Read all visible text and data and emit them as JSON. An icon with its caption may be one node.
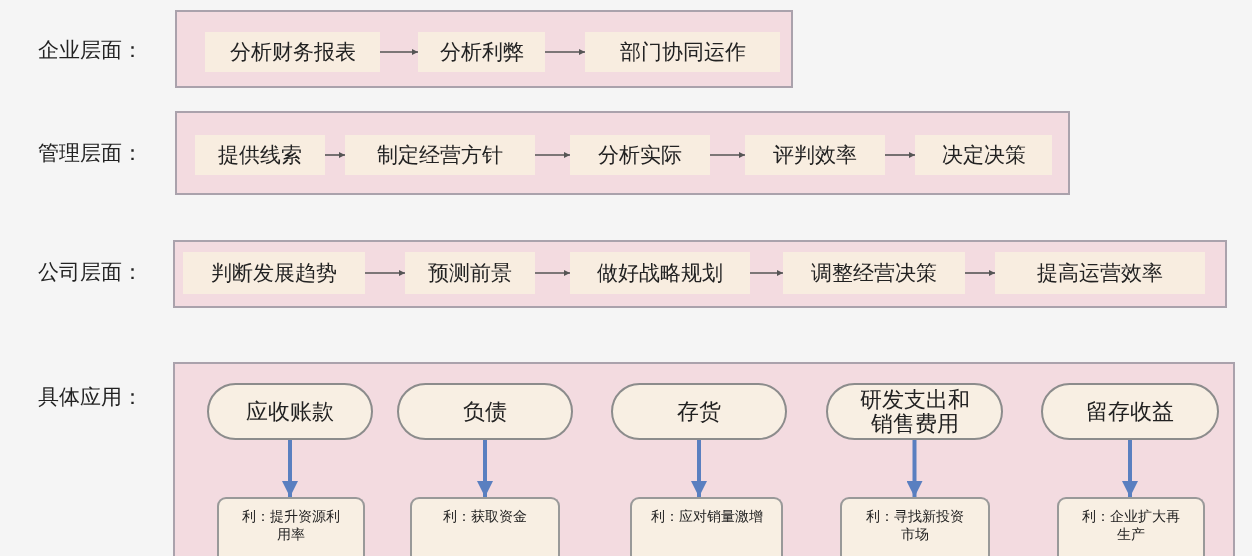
{
  "diagram": {
    "nodes": [
      {
        "text": [
          "企业层面："
        ]
      },
      {
        "text": [
          "分析财务报表"
        ],
        "in": 0
      },
      {
        "text": [
          "分析利弊"
        ],
        "in": 0
      },
      {
        "text": [
          "部门协同运作"
        ],
        "in": 0
      },
      {
        "text": [
          "管理层面："
        ]
      },
      {
        "text": [
          "提供线索"
        ],
        "in": 4
      },
      {
        "text": [
          "制定经营方针"
        ],
        "in": 4
      },
      {
        "text": [
          "分析实际"
        ],
        "in": 4
      },
      {
        "text": [
          "评判效率"
        ],
        "in": 4
      },
      {
        "text": [
          "决定决策"
        ],
        "in": 4
      },
      {
        "text": [
          "公司层面："
        ]
      },
      {
        "text": [
          "判断发展趋势"
        ],
        "in": 10
      },
      {
        "text": [
          "预测前景"
        ],
        "in": 10
      },
      {
        "text": [
          "做好战略规划"
        ],
        "in": 10
      },
      {
        "text": [
          "调整经营决策"
        ],
        "in": 10
      },
      {
        "text": [
          "提高运营效率"
        ],
        "in": 10
      },
      {
        "text": [
          "具体应用："
        ]
      },
      {
        "text": [
          "应收账款"
        ],
        "in": 16
      },
      {
        "text": [
          "负债"
        ],
        "in": 16
      },
      {
        "text": [
          "存货"
        ],
        "in": 16
      },
      {
        "text": [
          "研发支出和销售费用"
        ],
        "in": 16
      },
      {
        "text": [
          "留存收益"
        ],
        "in": 16
      },
      {
        "text": [
          "利：提升资源利用率"
        ],
        "in": 16
      },
      {
        "text": [
          "利：获取资金"
        ],
        "in": 16
      },
      {
        "text": [
          "利：应对销量激增"
        ],
        "in": 16
      },
      {
        "text": [
          "利：寻找新投资市场"
        ],
        "in": 16
      },
      {
        "text": [
          "利：企业扩大再生产"
        ],
        "in": 16
      }
    ],
    "edges": [
      {
        "from": 1,
        "to": 2,
        "arrow": "to"
      },
      {
        "from": 2,
        "to": 3,
        "arrow": "to"
      },
      {
        "from": 5,
        "to": 6,
        "arrow": "to"
      },
      {
        "from": 6,
        "to": 7,
        "arrow": "to"
      },
      {
        "from": 7,
        "to": 8,
        "arrow": "to"
      },
      {
        "from": 8,
        "to": 9,
        "arrow": "to"
      },
      {
        "from": 11,
        "to": 12,
        "arrow": "to"
      },
      {
        "from": 12,
        "to": 13,
        "arrow": "to"
      },
      {
        "from": 13,
        "to": 14,
        "arrow": "to"
      },
      {
        "from": 14,
        "to": 15,
        "arrow": "to"
      },
      {
        "from": 17,
        "to": 22,
        "arrow": "to",
        "style": "thick",
        "color": "#5a7fc0"
      },
      {
        "from": 18,
        "to": 23,
        "arrow": "to",
        "style": "thick",
        "color": "#5a7fc0"
      },
      {
        "from": 19,
        "to": 24,
        "arrow": "to",
        "style": "thick",
        "color": "#5a7fc0"
      },
      {
        "from": 20,
        "to": 25,
        "arrow": "to",
        "style": "thick",
        "color": "#5a7fc0"
      },
      {
        "from": 21,
        "to": 26,
        "arrow": "to",
        "style": "thick",
        "color": "#5a7fc0"
      }
    ]
  }
}
